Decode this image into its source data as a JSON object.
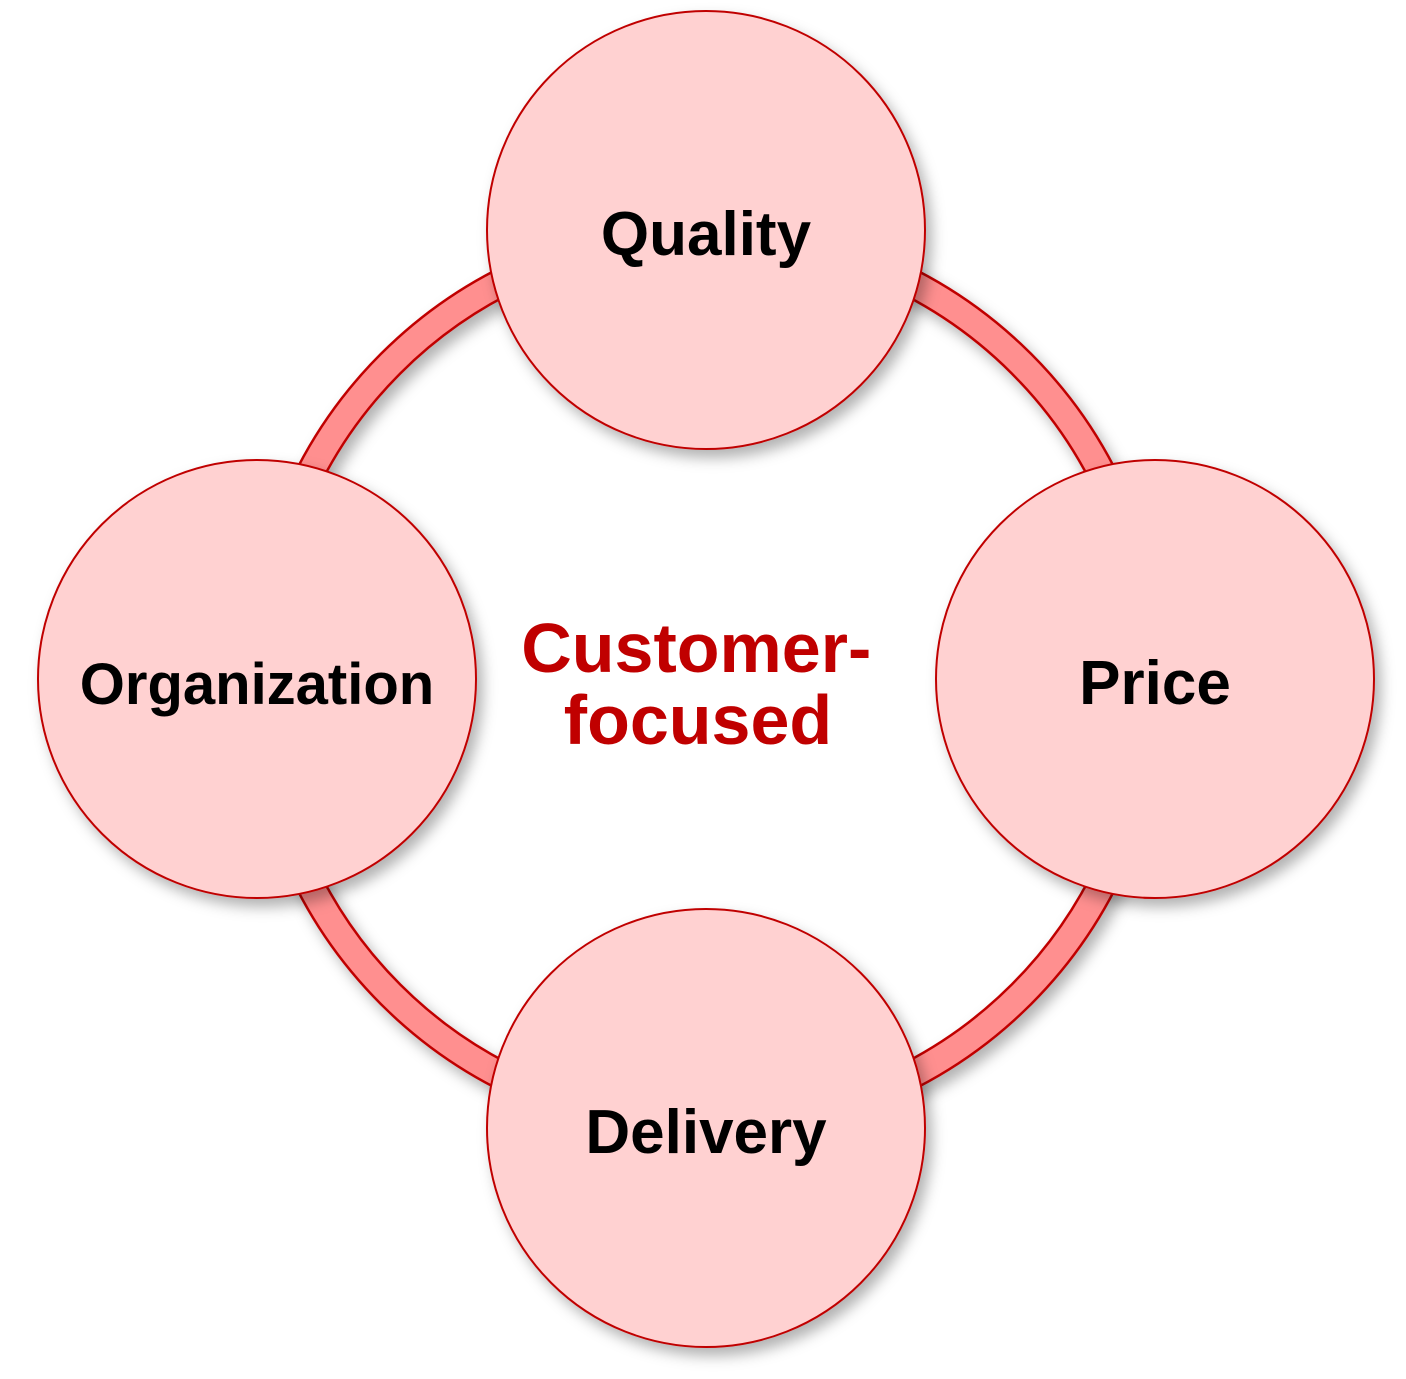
{
  "center_label": [
    "Customer-",
    "focused"
  ],
  "nodes": [
    {
      "label": "Quality"
    },
    {
      "label": "Price"
    },
    {
      "label": "Delivery"
    },
    {
      "label": "Organization"
    }
  ],
  "colors": {
    "node_fill": "#ffd1d1",
    "node_stroke": "#c00000",
    "ring_fill": "#ff8f8f",
    "ring_stroke": "#c00000",
    "center_text": "#c00000",
    "node_text": "#000000"
  }
}
